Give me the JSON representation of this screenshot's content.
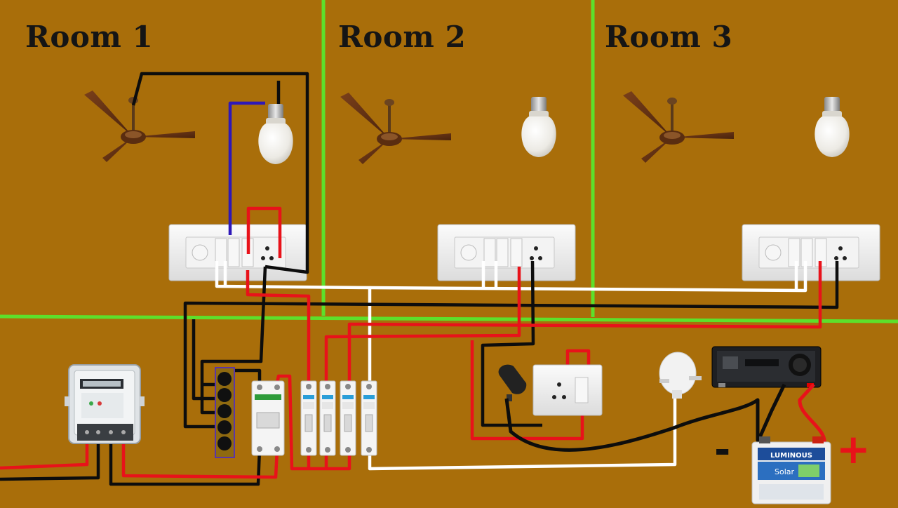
{
  "colors": {
    "background": "#a96e0a",
    "divider": "#5de02b",
    "phase_wire": "#e8121a",
    "neutral_wire": "#0d0d0d",
    "switched_wire": "#ffffff",
    "fan_wire": "#2e18b8"
  },
  "rooms": [
    {
      "title": "Room 1"
    },
    {
      "title": "Room 2"
    },
    {
      "title": "Room 3"
    }
  ],
  "battery": {
    "brand": "LUMINOUS",
    "label": "Solar",
    "negative_symbol": "-",
    "positive_symbol": "+"
  },
  "icons": [
    "ceiling-fan-icon",
    "bulb-icon",
    "switch-board-icon",
    "energy-meter-icon",
    "mcb-icon",
    "busbar-icon",
    "plug-icon",
    "inverter-icon",
    "battery-icon"
  ]
}
